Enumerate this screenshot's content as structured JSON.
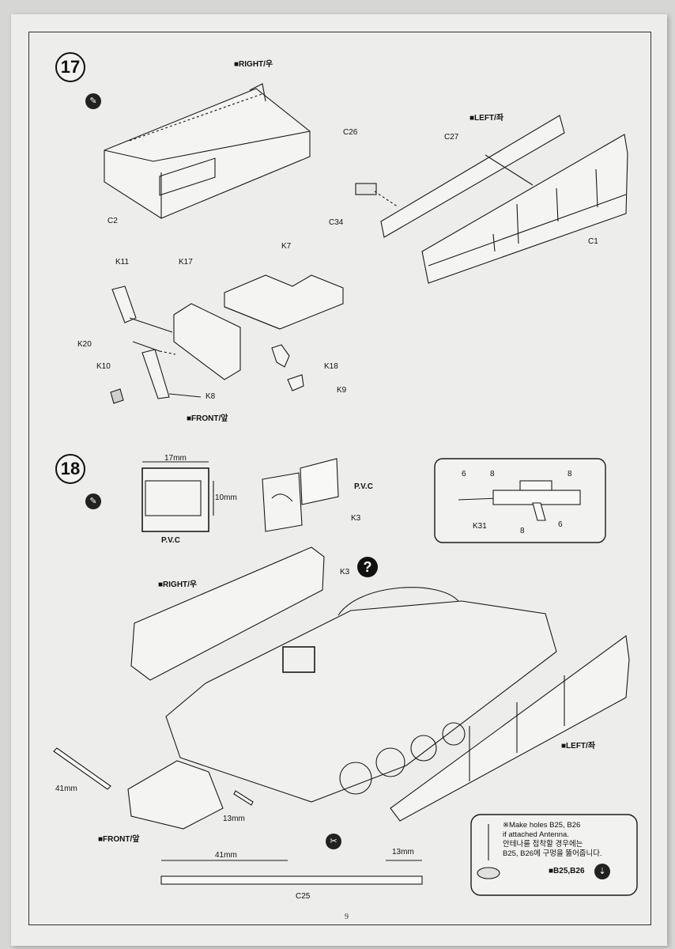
{
  "page_number": "9",
  "step17": {
    "number": "17",
    "glue_icon": "cement-tube-icon",
    "right_label": "■RIGHT/우",
    "left_label": "■LEFT/좌",
    "front_label": "■FRONT/앞",
    "parts": {
      "c26": "C26",
      "c2": "C2",
      "c27": "C27",
      "c34": "C34",
      "c1": "C1",
      "k7": "K7",
      "k11": "K11",
      "k17": "K17",
      "k20": "K20",
      "k10": "K10",
      "k8": "K8",
      "k18": "K18",
      "k9": "K9"
    }
  },
  "step18": {
    "number": "18",
    "glue_icon": "cement-tube-icon",
    "dim_width": "17mm",
    "dim_height": "10mm",
    "pvc_label": "P.V.C",
    "pvc_label2": "P.V.C",
    "k3_label": "K3",
    "k3_label2": "K3",
    "question_mark": "?",
    "rifle": {
      "part": "K31",
      "paint_codes": [
        "6",
        "8",
        "8",
        "6",
        "8"
      ]
    },
    "right_label": "■RIGHT/우",
    "left_label": "■LEFT/좌",
    "front_label": "■FRONT/앞",
    "dim_41_left": "41mm",
    "dim_13_strip": "13mm",
    "bottom_dim_41": "41mm",
    "bottom_dim_13": "13mm",
    "c25_label": "C25",
    "knife_icon": "hobby-knife-icon",
    "note": {
      "line1": "※Make holes B25, B26",
      "line2": "if attached Antenna.",
      "line3": "안테나를 접착할 경우에는",
      "line4": "B25, B26에 구멍을 뚫어줍니다.",
      "parts": "■B25,B26",
      "drill_icon": "drill-icon"
    }
  }
}
